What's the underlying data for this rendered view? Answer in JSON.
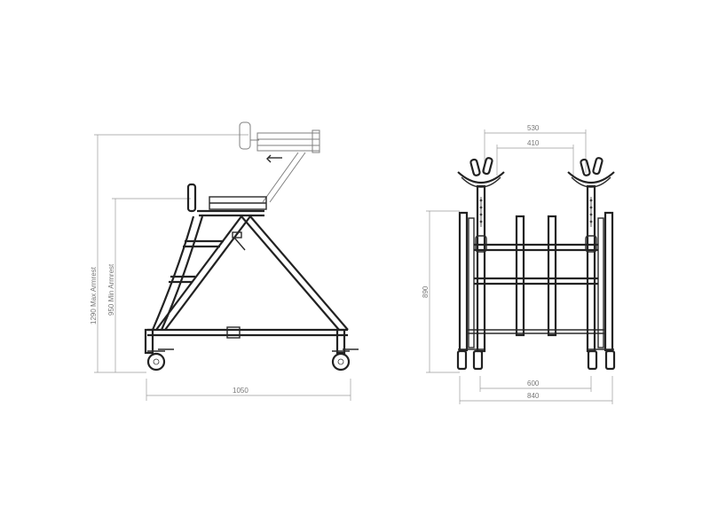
{
  "side_view": {
    "max_armrest_label": "1290 Max Armrest",
    "min_armrest_label": "950 Min Armrest",
    "length_label": "1050"
  },
  "front_view": {
    "top_outer_label": "530",
    "top_inner_label": "410",
    "height_label": "890",
    "bottom_inner_label": "600",
    "bottom_outer_label": "840"
  }
}
